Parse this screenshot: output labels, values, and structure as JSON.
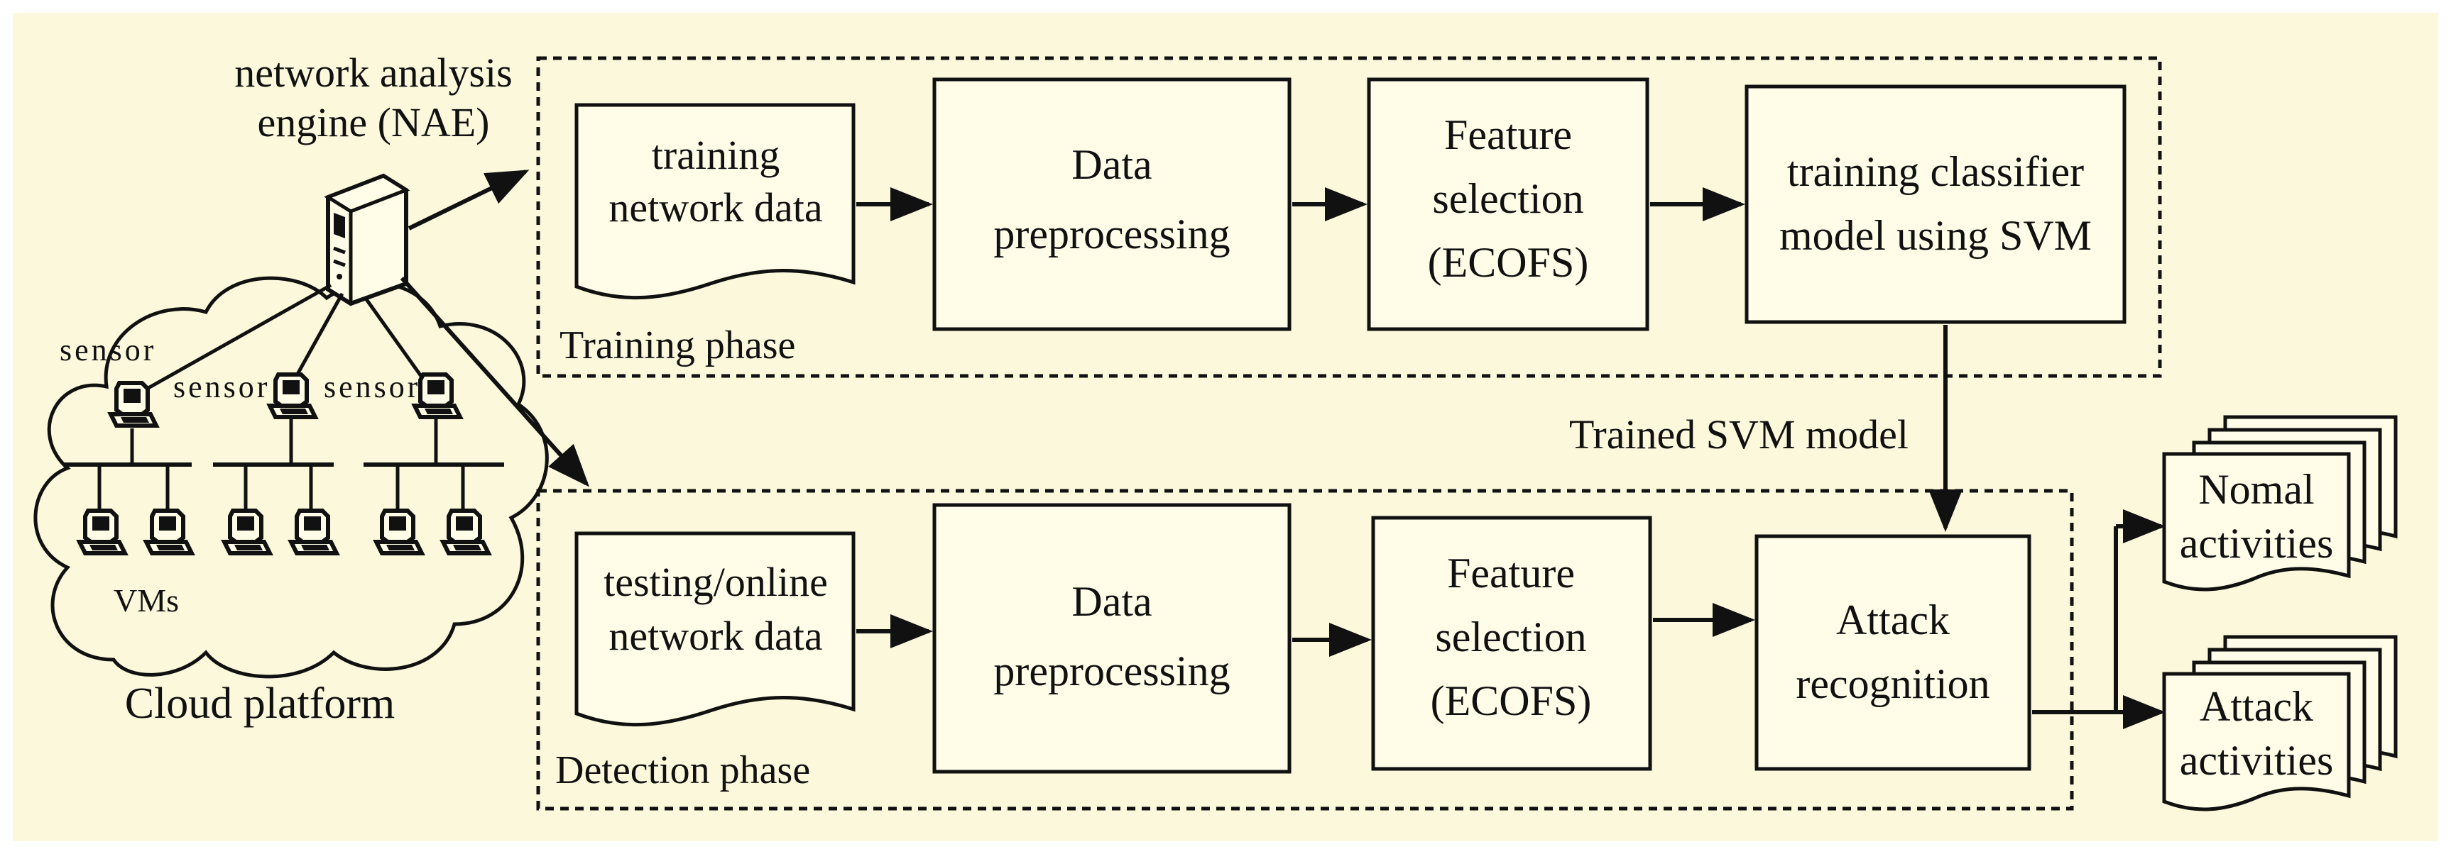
{
  "colors": {
    "background": "#fbf8dc",
    "stroke": "#111111"
  },
  "nae": {
    "line1": "network analysis",
    "line2": "engine (NAE)"
  },
  "cloud": {
    "caption": "Cloud platform",
    "vms_label": "VMs",
    "sensor_label": "sensor"
  },
  "training": {
    "phase_label": "Training phase",
    "input": {
      "line1": "training",
      "line2": "network data"
    },
    "preprocess": {
      "line1": "Data",
      "line2": "preprocessing"
    },
    "feature": {
      "line1": "Feature",
      "line2": "selection",
      "line3": "(ECOFS)"
    },
    "classifier": {
      "line1": "training classifier",
      "line2": "model using SVM"
    }
  },
  "trained_model_label": "Trained SVM model",
  "detection": {
    "phase_label": "Detection phase",
    "input": {
      "line1": "testing/online",
      "line2": "network data"
    },
    "preprocess": {
      "line1": "Data",
      "line2": "preprocessing"
    },
    "feature": {
      "line1": "Feature",
      "line2": "selection",
      "line3": "(ECOFS)"
    },
    "recognition": {
      "line1": "Attack",
      "line2": "recognition"
    }
  },
  "outputs": {
    "normal": {
      "line1": "Nomal",
      "line2": "activities"
    },
    "attack": {
      "line1": "Attack",
      "line2": "activities"
    }
  }
}
